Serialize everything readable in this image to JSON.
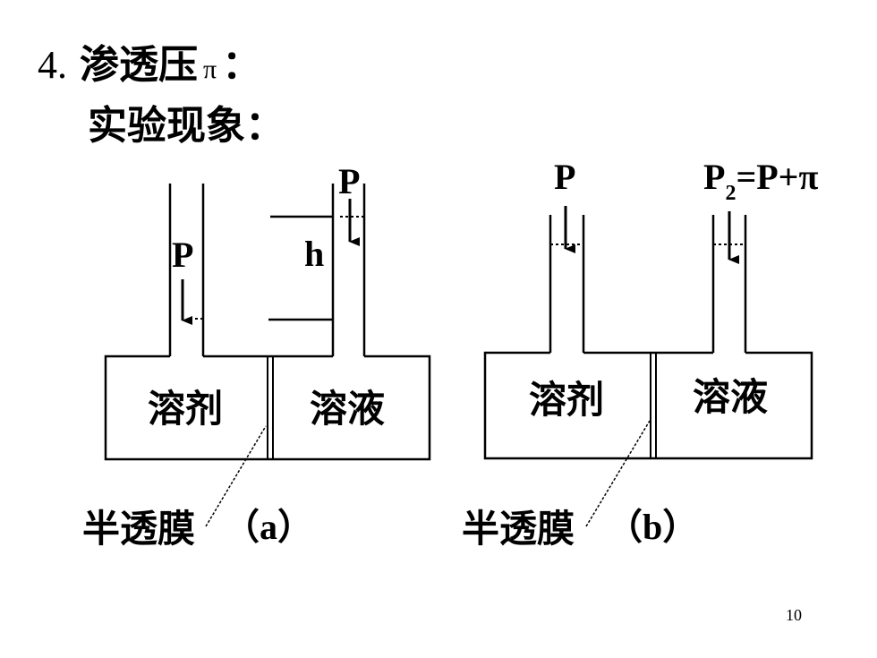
{
  "title": {
    "number": "4.",
    "text": "渗透压",
    "symbol": "π",
    "colon": "："
  },
  "subtitle": "实验现象：",
  "diagram_a": {
    "pressure_left": "P",
    "pressure_right": "P",
    "height_label": "h",
    "solvent_label": "溶剂",
    "solution_label": "溶液",
    "membrane_label": "半透膜",
    "caption": "（a）"
  },
  "diagram_b": {
    "pressure_left": "P",
    "pressure_right_main": "P",
    "pressure_right_sub": "2",
    "pressure_right_rest": "=P+π",
    "solvent_label": "溶剂",
    "solution_label": "溶液",
    "membrane_label": "半透膜",
    "caption": "（b）"
  },
  "page_number": "10"
}
